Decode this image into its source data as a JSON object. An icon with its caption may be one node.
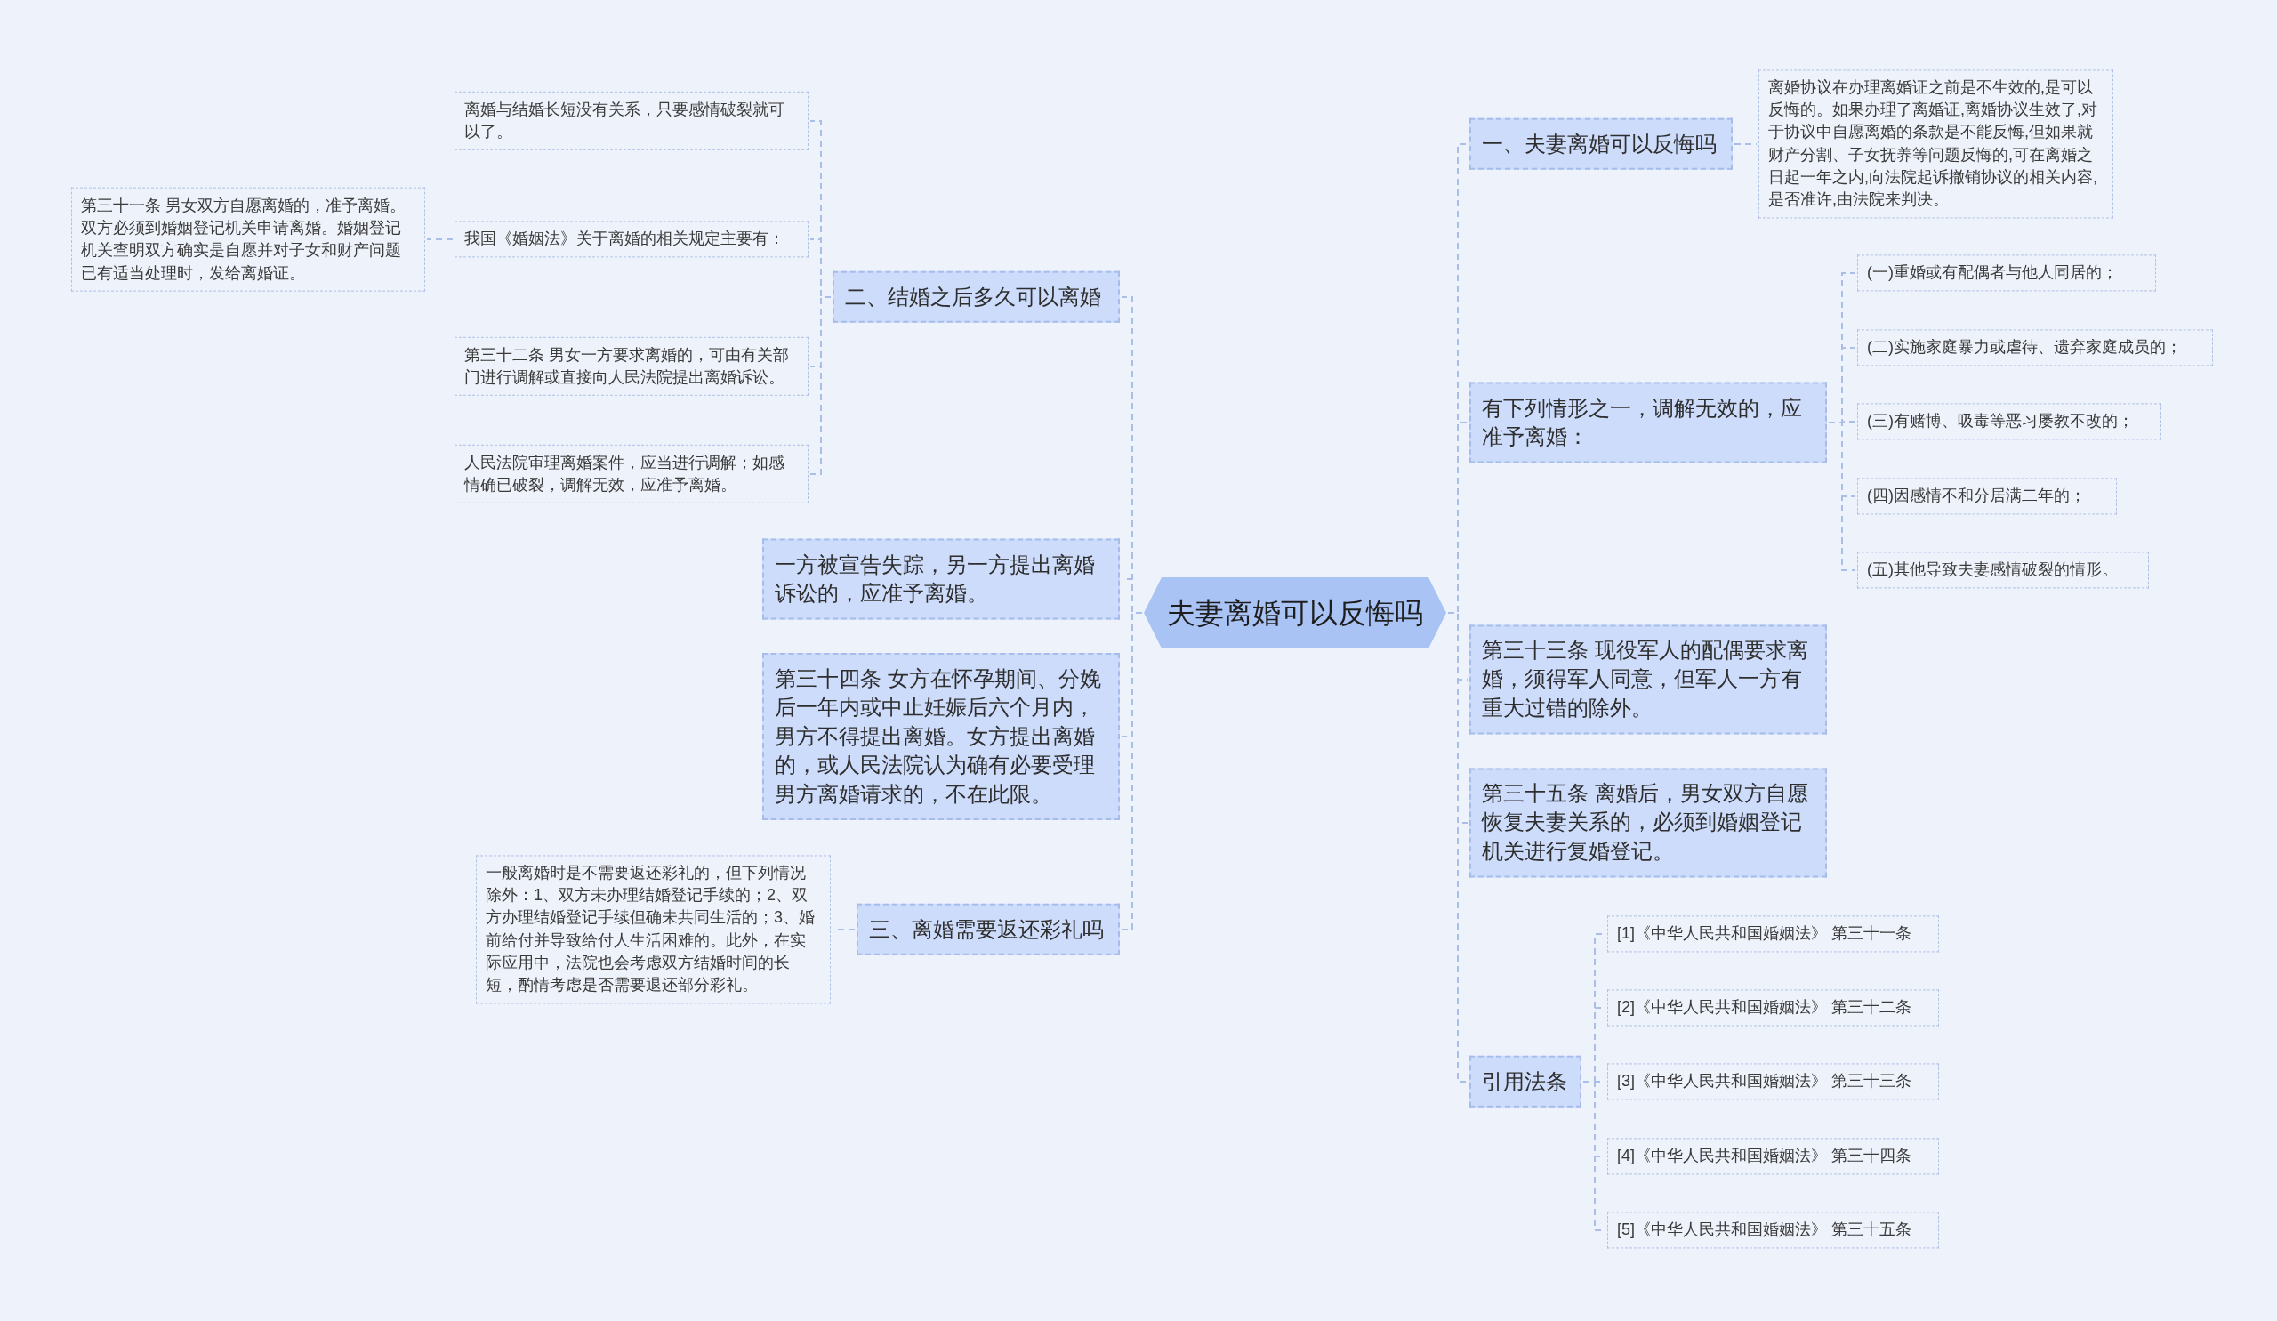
{
  "diagram": {
    "nodes": [
      {
        "text": [
          "夫妻离婚可以反悔吗"
        ]
      },
      {
        "text": [
          "一、夫妻离婚可以反悔吗"
        ]
      },
      {
        "text": [
          "离婚协议在办理离婚证之前是不生效的,是可以反悔的。如果办理了离婚证,离婚协议生效了,对于协议中自愿离婚的条款是不能反悔,但如果就财产分割、子女抚养等问题反悔的,可在离婚之日起一年之内,向法院起诉撤销协议的相关内容,是否准许,由法院来判决。"
        ]
      },
      {
        "text": [
          "有下列情形之一，调解无效的，应准予离婚："
        ]
      },
      {
        "text": [
          "(一)重婚或有配偶者与他人同居的；"
        ]
      },
      {
        "text": [
          "(二)实施家庭暴力或虐待、遗弃家庭成员的；"
        ]
      },
      {
        "text": [
          "(三)有赌博、吸毒等恶习屡教不改的；"
        ]
      },
      {
        "text": [
          "(四)因感情不和分居满二年的；"
        ]
      },
      {
        "text": [
          "(五)其他导致夫妻感情破裂的情形。"
        ]
      },
      {
        "text": [
          "第三十三条 现役军人的配偶要求离婚，须得军人同意，但军人一方有重大过错的除外。"
        ]
      },
      {
        "text": [
          "第三十五条 离婚后，男女双方自愿恢复夫妻关系的，必须到婚姻登记机关进行复婚登记。"
        ]
      },
      {
        "text": [
          "引用法条"
        ]
      },
      {
        "text": [
          "[1]《中华人民共和国婚姻法》 第三十一条"
        ]
      },
      {
        "text": [
          "[2]《中华人民共和国婚姻法》 第三十二条"
        ]
      },
      {
        "text": [
          "[3]《中华人民共和国婚姻法》 第三十三条"
        ]
      },
      {
        "text": [
          "[4]《中华人民共和国婚姻法》 第三十四条"
        ]
      },
      {
        "text": [
          "[5]《中华人民共和国婚姻法》 第三十五条"
        ]
      },
      {
        "text": [
          "二、结婚之后多久可以离婚"
        ]
      },
      {
        "text": [
          "离婚与结婚长短没有关系，只要感情破裂就可以了。"
        ]
      },
      {
        "text": [
          "我国《婚姻法》关于离婚的相关规定主要有："
        ]
      },
      {
        "text": [
          "第三十一条 男女双方自愿离婚的，准予离婚。双方必须到婚姻登记机关申请离婚。婚姻登记机关查明双方确实是自愿并对子女和财产问题已有适当处理时，发给离婚证。"
        ]
      },
      {
        "text": [
          "第三十二条 男女一方要求离婚的，可由有关部门进行调解或直接向人民法院提出离婚诉讼。"
        ]
      },
      {
        "text": [
          "人民法院审理离婚案件，应当进行调解；如感情确已破裂，调解无效，应准予离婚。"
        ]
      },
      {
        "text": [
          "一方被宣告失踪，另一方提出离婚诉讼的，应准予离婚。"
        ]
      },
      {
        "text": [
          "第三十四条 女方在怀孕期间、分娩后一年内或中止妊娠后六个月内，男方不得提出离婚。女方提出离婚的，或人民法院认为确有必要受理男方离婚请求的，不在此限。"
        ]
      },
      {
        "text": [
          "三、离婚需要返还彩礼吗"
        ]
      },
      {
        "text": [
          "一般离婚时是不需要返还彩礼的，但下列情况除外：1、双方未办理结婚登记手续的；2、双方办理结婚登记手续但确未共同生活的；3、婚前给付并导致给付人生活困难的。此外，在实际应用中，法院也会考虑双方结婚时间的长短，酌情考虑是否需要退还部分彩礼。"
        ]
      }
    ],
    "edges": [
      {
        "from": 0,
        "to": 1,
        "arrow": "none",
        "style": "dashed"
      },
      {
        "from": 1,
        "to": 2,
        "arrow": "none",
        "style": "dashed"
      },
      {
        "from": 0,
        "to": 3,
        "arrow": "none",
        "style": "dashed"
      },
      {
        "from": 3,
        "to": 4,
        "arrow": "none",
        "style": "dashed"
      },
      {
        "from": 3,
        "to": 5,
        "arrow": "none",
        "style": "dashed"
      },
      {
        "from": 3,
        "to": 6,
        "arrow": "none",
        "style": "dashed"
      },
      {
        "from": 3,
        "to": 7,
        "arrow": "none",
        "style": "dashed"
      },
      {
        "from": 3,
        "to": 8,
        "arrow": "none",
        "style": "dashed"
      },
      {
        "from": 0,
        "to": 9,
        "arrow": "none",
        "style": "dashed"
      },
      {
        "from": 0,
        "to": 10,
        "arrow": "none",
        "style": "dashed"
      },
      {
        "from": 0,
        "to": 11,
        "arrow": "none",
        "style": "dashed"
      },
      {
        "from": 11,
        "to": 12,
        "arrow": "none",
        "style": "dashed"
      },
      {
        "from": 11,
        "to": 13,
        "arrow": "none",
        "style": "dashed"
      },
      {
        "from": 11,
        "to": 14,
        "arrow": "none",
        "style": "dashed"
      },
      {
        "from": 11,
        "to": 15,
        "arrow": "none",
        "style": "dashed"
      },
      {
        "from": 11,
        "to": 16,
        "arrow": "none",
        "style": "dashed"
      },
      {
        "from": 0,
        "to": 17,
        "arrow": "none",
        "style": "dashed"
      },
      {
        "from": 17,
        "to": 18,
        "arrow": "none",
        "style": "dashed"
      },
      {
        "from": 17,
        "to": 19,
        "arrow": "none",
        "style": "dashed"
      },
      {
        "from": 19,
        "to": 20,
        "arrow": "none",
        "style": "dashed"
      },
      {
        "from": 17,
        "to": 21,
        "arrow": "none",
        "style": "dashed"
      },
      {
        "from": 17,
        "to": 22,
        "arrow": "none",
        "style": "dashed"
      },
      {
        "from": 0,
        "to": 23,
        "arrow": "none",
        "style": "dashed"
      },
      {
        "from": 0,
        "to": 24,
        "arrow": "none",
        "style": "dashed"
      },
      {
        "from": 0,
        "to": 25,
        "arrow": "none",
        "style": "dashed"
      },
      {
        "from": 25,
        "to": 26,
        "arrow": "none",
        "style": "dashed"
      }
    ]
  }
}
